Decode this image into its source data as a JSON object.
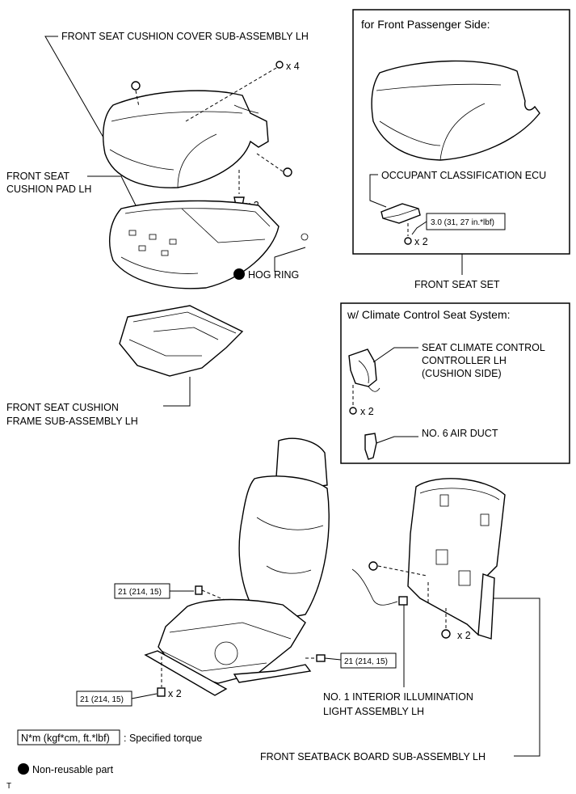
{
  "labels": {
    "cushion_cover": "FRONT SEAT CUSHION COVER SUB-ASSEMBLY LH",
    "clip_qty_4": "x 4",
    "cushion_pad_1": "FRONT SEAT",
    "cushion_pad_2": "CUSHION PAD LH",
    "clip_qty_2a": "x 2",
    "hog_ring": "HOG RING",
    "cushion_frame_1": "FRONT SEAT CUSHION",
    "cushion_frame_2": "FRAME SUB-ASSEMBLY LH",
    "front_seat_set": "FRONT SEAT SET",
    "illum_light_1": "NO. 1 INTERIOR ILLUMINATION",
    "illum_light_2": "LIGHT ASSEMBLY LH",
    "seatback_board": "FRONT SEATBACK BOARD SUB-ASSEMBLY LH",
    "bolt_qty_2": "x 2",
    "screw_qty_2": "x 2",
    "footer_mark": "T"
  },
  "passenger_panel": {
    "title": "for Front Passenger Side:",
    "ecu_label": "OCCUPANT CLASSIFICATION ECU",
    "torque": "3.0 (31, 27 in.*lbf)",
    "nut_qty": "x 2"
  },
  "climate_panel": {
    "title": "w/ Climate Control Seat System:",
    "controller_1": "SEAT CLIMATE CONTROL",
    "controller_2": "CONTROLLER LH",
    "controller_3": "(CUSHION SIDE)",
    "screw_qty": "x 2",
    "air_duct": "NO. 6 AIR DUCT"
  },
  "torques": {
    "upper_bolt": "21 (214, 15)",
    "right_bolt": "21 (214, 15)",
    "lower_bolt": "21 (214, 15)"
  },
  "legend": {
    "torque_unit": "N*m (kgf*cm, ft.*lbf)",
    "torque_desc": ": Specified torque",
    "nonreusable_desc": "Non-reusable part"
  }
}
